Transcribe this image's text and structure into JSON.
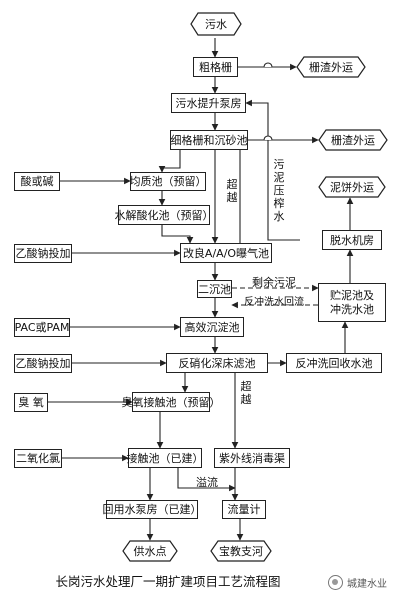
{
  "nodes": {
    "wastewater": "污水",
    "coarse_screen": "粗格栅",
    "lift_pump": "污水提升泵房",
    "fine_screen_grit": "细格栅和沉砂池",
    "equalization": "均质池（预留）",
    "hydrolysis": "水解酸化池（预留）",
    "aao": "改良A/A/O曝气池",
    "secondary_clarifier": "二沉池",
    "high_eff_sed": "高效沉淀池",
    "denitrification_filter": "反硝化深床滤池",
    "ozone_contact": "臭氧接触池（预留）",
    "contact_tank": "接触池（已建）",
    "uv": "紫外线消毒渠",
    "reuse_pump": "回用水泵房（已建）",
    "flowmeter": "流量计",
    "dewatering": "脱水机房",
    "sludge_storage": "贮泥池及冲洗水池",
    "backwash_recovery": "反冲洗回收水池"
  },
  "outputs": {
    "screenings_1": "栅渣外运",
    "screenings_2": "栅渣外运",
    "sludge_cake": "泥饼外运",
    "water_supply": "供水点",
    "river": "宝教支河"
  },
  "inputs": {
    "acid_base": "酸或碱",
    "sodium_acetate_1": "乙酸钠投加",
    "pac_pam": "PAC或PAM",
    "sodium_acetate_2": "乙酸钠投加",
    "ozone": "臭 氧",
    "chlorine_dioxide": "二氧化氯"
  },
  "labels": {
    "bypass_1": "超越",
    "bypass_2": "超越",
    "press_water": "污泥压榨水",
    "excess_sludge": "剩余污泥",
    "backwash_return": "反冲洗水回流",
    "overflow": "溢流"
  },
  "caption": "长岗污水处理厂一期扩建项目工艺流程图",
  "watermark": "城建水业"
}
